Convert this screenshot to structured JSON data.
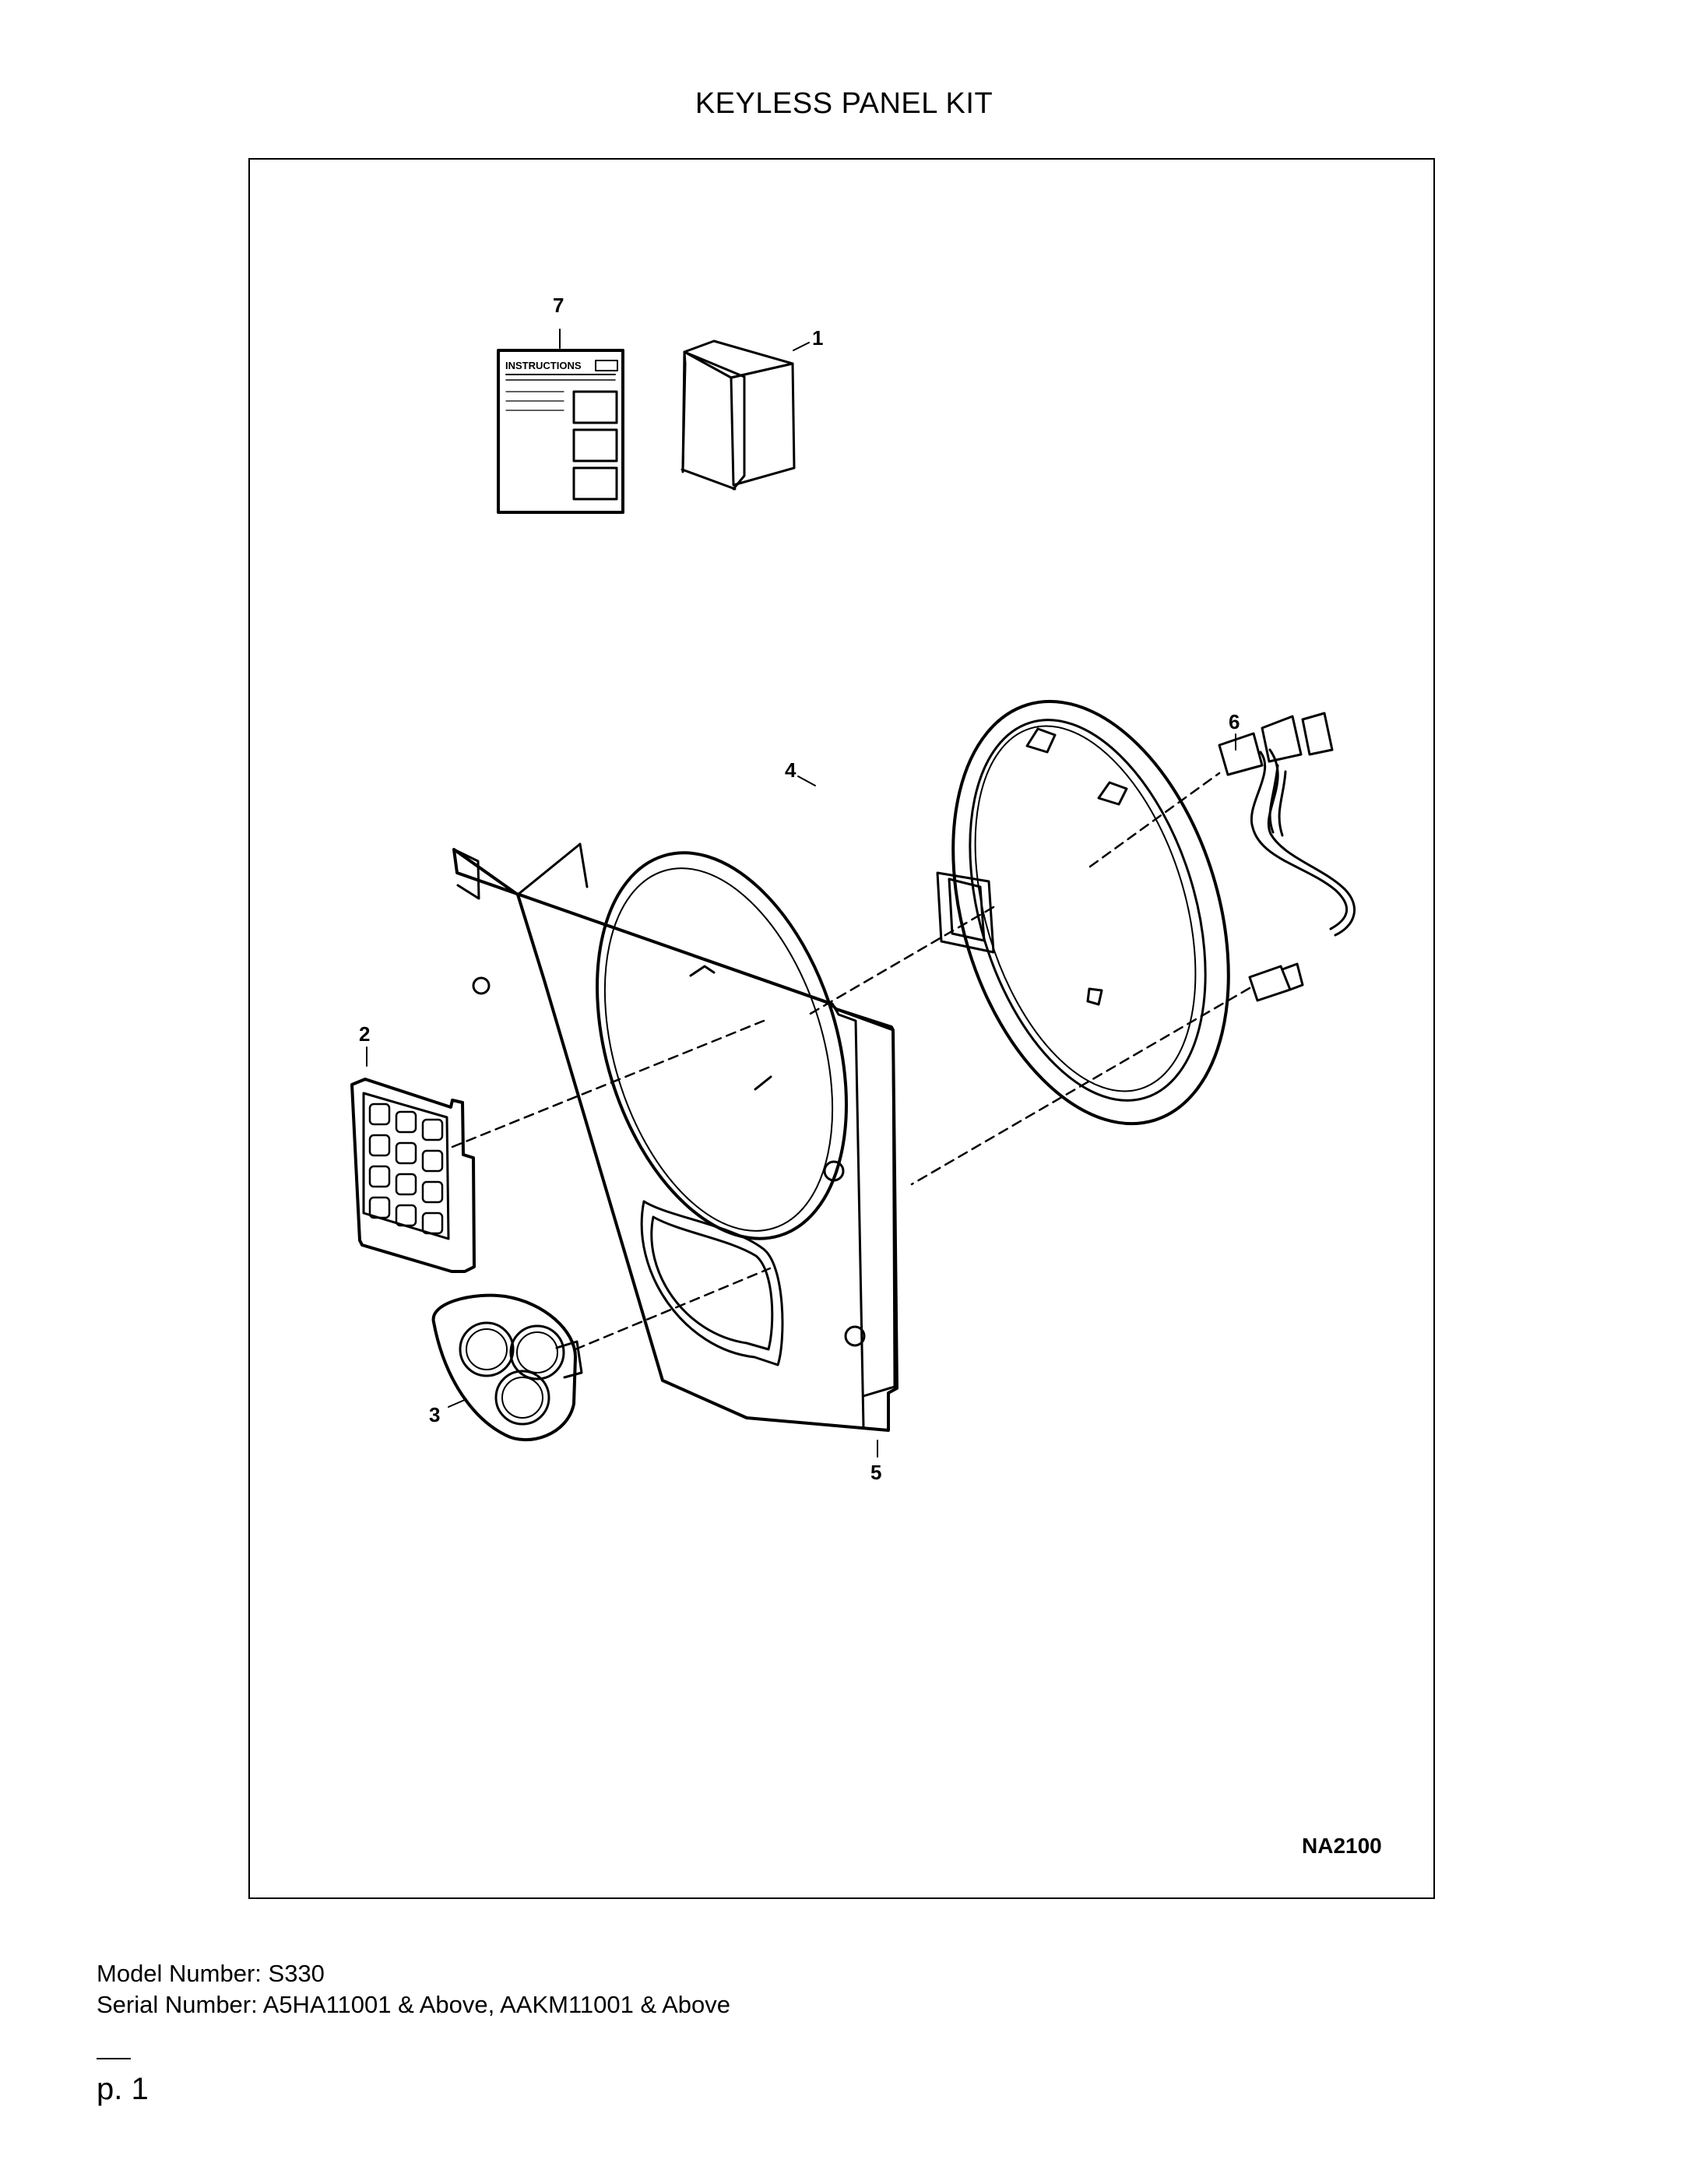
{
  "document": {
    "title": "KEYLESS PANEL KIT",
    "drawing_reference": "NA2100",
    "model_line": "Model Number: S330",
    "serial_line": "Serial Number: A5HA11001 & Above, AAKM11001 & Above",
    "page_label": "p. 1"
  },
  "diagram": {
    "instruction_sheet_label": "INSTRUCTIONS",
    "callouts": [
      {
        "id": "callout-1",
        "label": "1"
      },
      {
        "id": "callout-2",
        "label": "2"
      },
      {
        "id": "callout-3",
        "label": "3"
      },
      {
        "id": "callout-4",
        "label": "4"
      },
      {
        "id": "callout-5",
        "label": "5"
      },
      {
        "id": "callout-6",
        "label": "6"
      },
      {
        "id": "callout-7",
        "label": "7"
      }
    ]
  }
}
